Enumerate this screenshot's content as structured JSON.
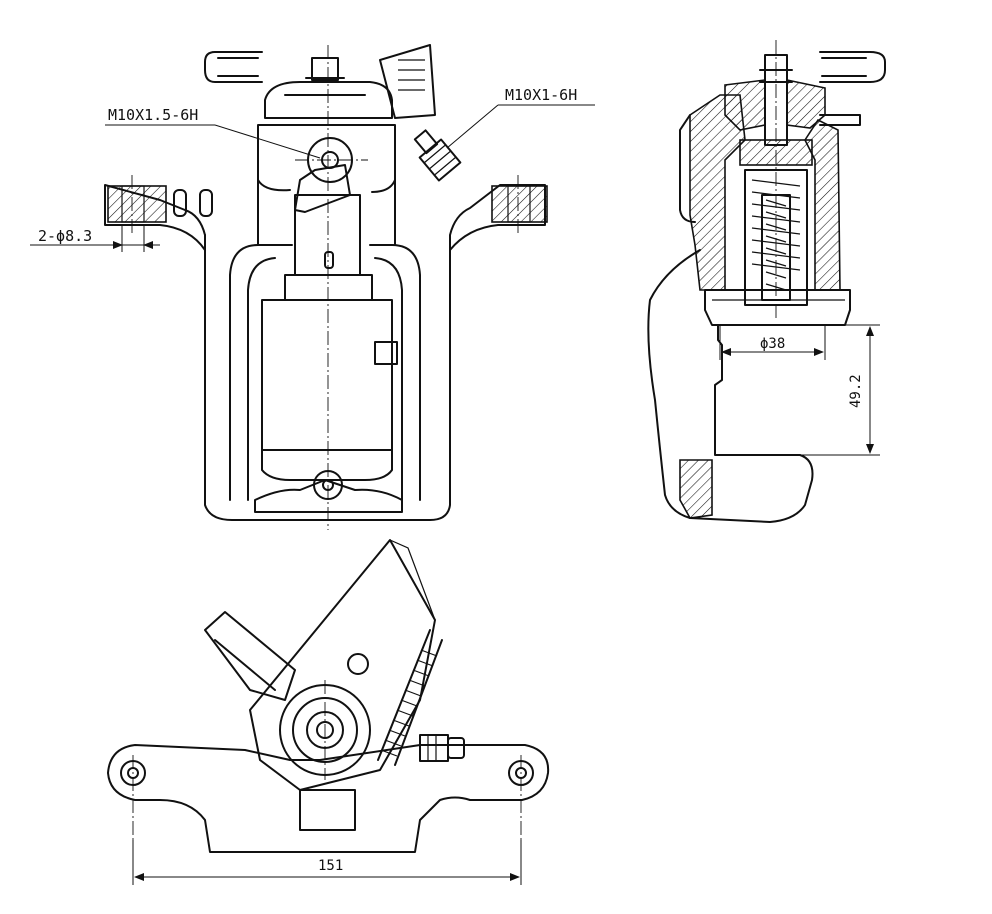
{
  "dimensions": {
    "thread_main": "M10X1.5-6H",
    "thread_bleeder": "M10X1-6H",
    "mount_holes": "2-ϕ8.3",
    "piston_diameter": "ϕ38",
    "offset": "49.2",
    "mount_spacing": "151"
  }
}
